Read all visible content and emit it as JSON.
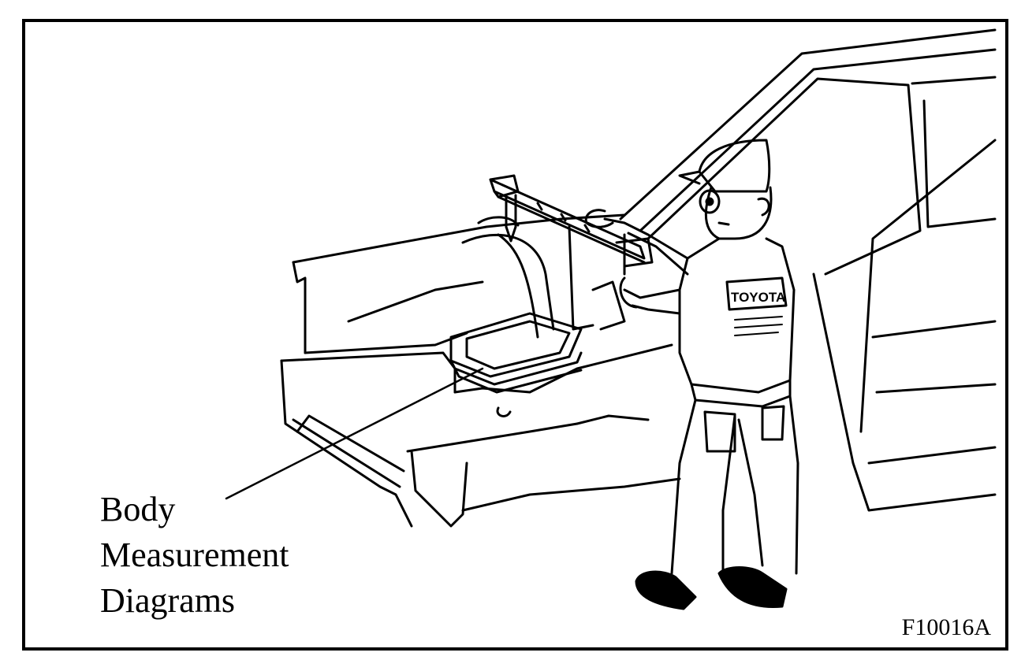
{
  "callout": {
    "line1": "Body",
    "line2": "Measurement",
    "line3": "Diagrams"
  },
  "figure_id": "F10016A",
  "badge": "TOYOTA",
  "colors": {
    "ink": "#000000",
    "paper": "#ffffff"
  }
}
